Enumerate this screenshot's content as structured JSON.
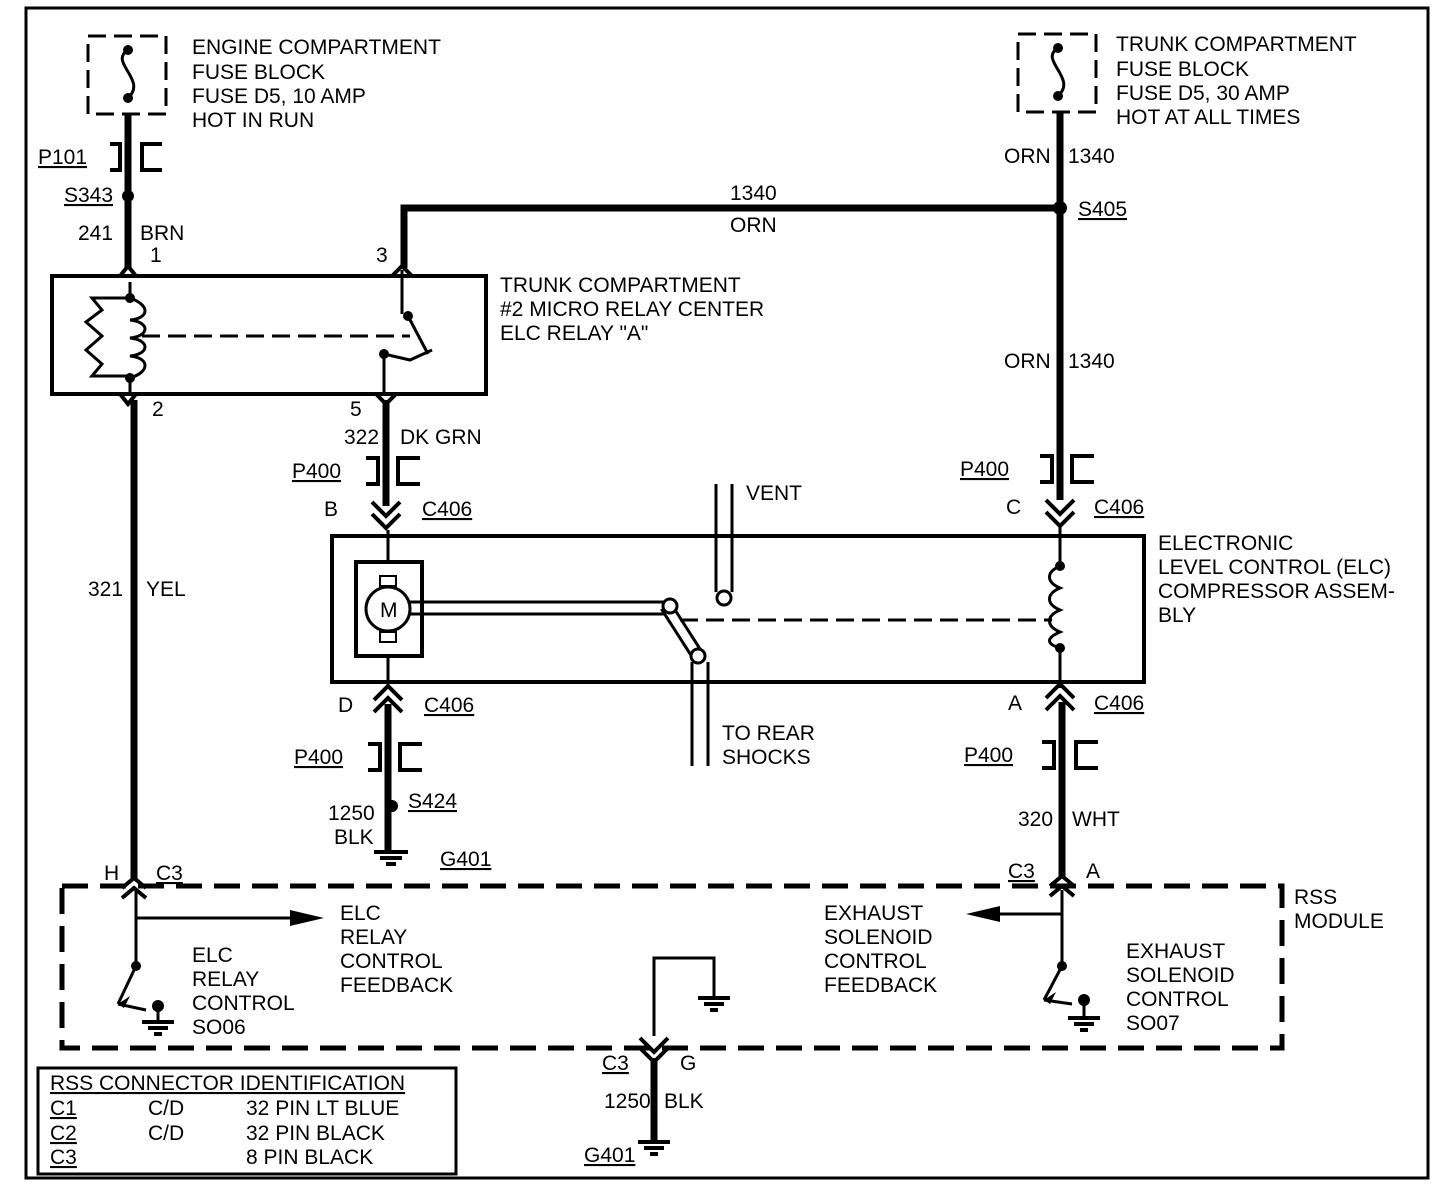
{
  "engine_fuse": {
    "line1": "ENGINE COMPARTMENT",
    "line2": "FUSE BLOCK",
    "line3": "FUSE D5, 10 AMP",
    "line4": "HOT IN RUN"
  },
  "trunk_fuse": {
    "line1": "TRUNK COMPARTMENT",
    "line2": "FUSE BLOCK",
    "line3": "FUSE D5, 30 AMP",
    "line4": "HOT AT ALL TIMES"
  },
  "relay": {
    "line1": "TRUNK COMPARTMENT",
    "line2": "#2 MICRO RELAY CENTER",
    "line3": "ELC  RELAY \"A\"",
    "pin1": "1",
    "pin2": "2",
    "pin3": "3",
    "pin5": "5"
  },
  "compressor": {
    "line1": "ELECTRONIC",
    "line2": "LEVEL CONTROL (ELC)",
    "line3": "COMPRESSOR ASSEM-",
    "line4": "BLY",
    "motor": "M",
    "vent": "VENT",
    "rear1": "TO REAR",
    "rear2": "SHOCKS"
  },
  "rss": {
    "title1": "RSS",
    "title2": "MODULE",
    "elc_feedback": [
      "ELC",
      "RELAY",
      "CONTROL",
      "FEEDBACK"
    ],
    "elc_control": [
      "ELC",
      "RELAY",
      "CONTROL",
      "SO06"
    ],
    "exh_feedback": [
      "EXHAUST",
      "SOLENOID",
      "CONTROL",
      "FEEDBACK"
    ],
    "exh_control": [
      "EXHAUST",
      "SOLENOID",
      "CONTROL",
      "SO07"
    ]
  },
  "labels": {
    "p101": "P101",
    "s343": "S343",
    "w241": "241",
    "brn": "BRN",
    "w1340": "1340",
    "orn": "ORN",
    "s405": "S405",
    "w322": "322",
    "dkgrn": "DK GRN",
    "p400": "P400",
    "c406": "C406",
    "pin_b": "B",
    "pin_c": "C",
    "pin_d": "D",
    "pin_a": "A",
    "w321": "321",
    "yel": "YEL",
    "w1250": "1250",
    "blk": "BLK",
    "s424": "S424",
    "g401": "G401",
    "w320": "320",
    "wht": "WHT",
    "c3": "C3",
    "pin_h": "H",
    "pin_g": "G"
  },
  "connector_table": {
    "title": "RSS CONNECTOR IDENTIFICATION",
    "rows": [
      {
        "id": "C1",
        "type": "C/D",
        "desc": "32 PIN LT BLUE"
      },
      {
        "id": "C2",
        "type": "C/D",
        "desc": "32 PIN BLACK"
      },
      {
        "id": "C3",
        "type": "",
        "desc": "8 PIN BLACK"
      }
    ]
  }
}
